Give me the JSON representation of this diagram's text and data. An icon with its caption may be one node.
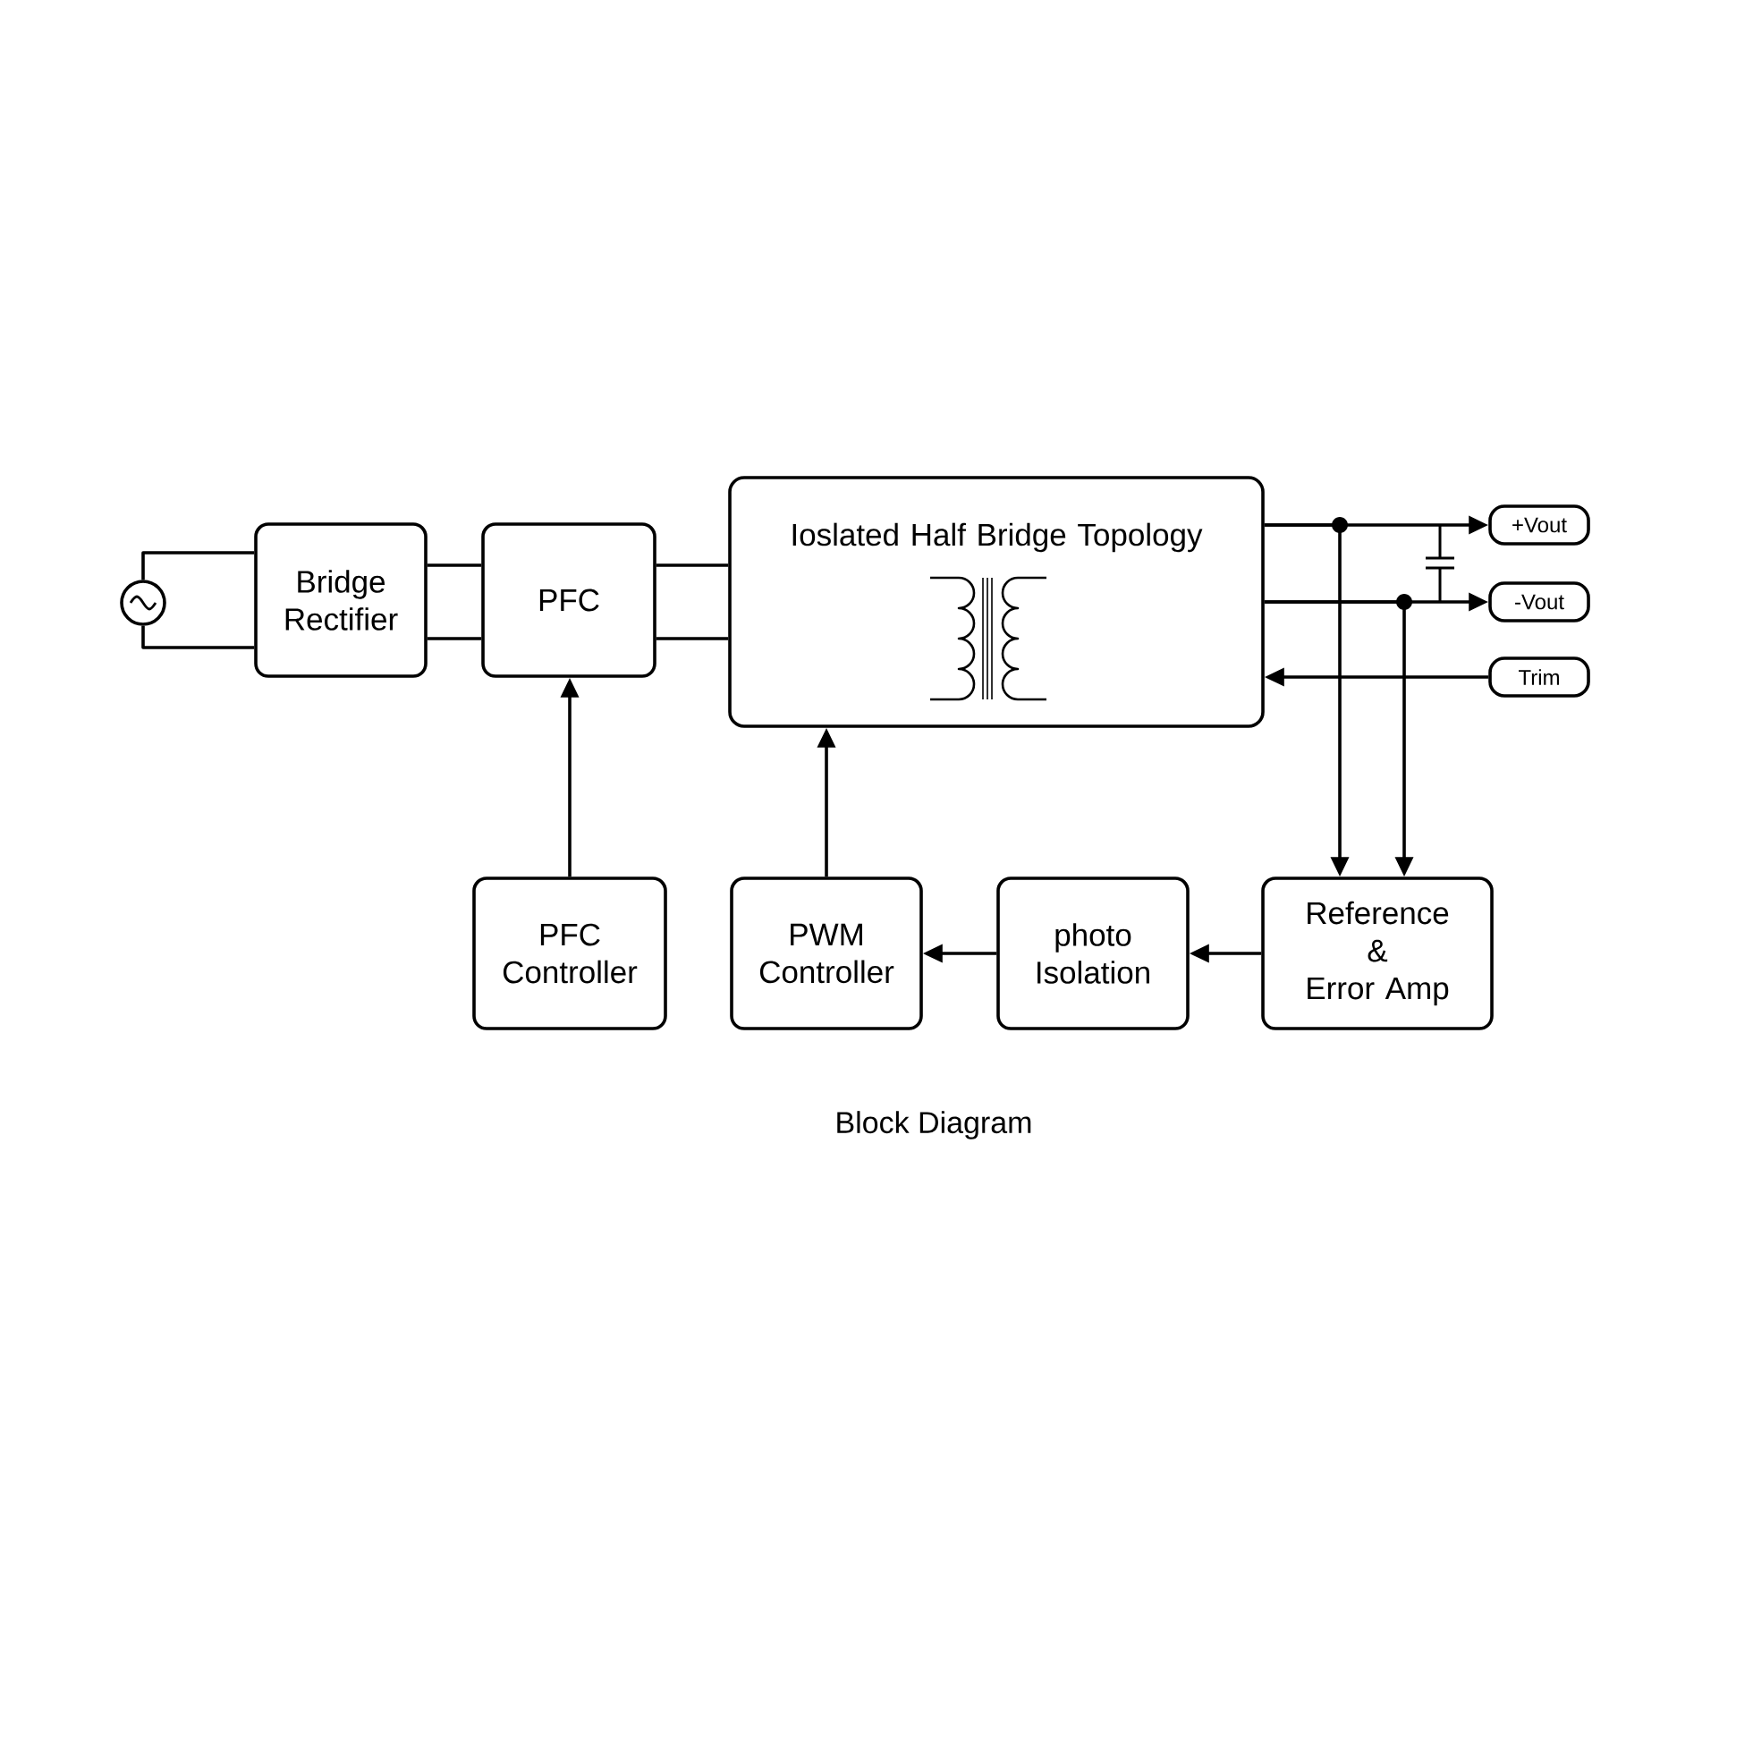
{
  "diagram": {
    "caption": "Block Diagram",
    "nodes": [
      {
        "text": [],
        "shape": "circle"
      },
      {
        "text": [
          "Bridge Rectifier"
        ]
      },
      {
        "text": [
          "PFC"
        ]
      },
      {
        "text": [
          "Ioslated Half Bridge Topology"
        ]
      },
      {
        "text": [
          "+Vout"
        ]
      },
      {
        "text": [
          "-Vout"
        ]
      },
      {
        "text": [
          "Trim"
        ]
      },
      {
        "text": [
          "PFC Controller"
        ]
      },
      {
        "text": [
          "PWM Controller"
        ]
      },
      {
        "text": [
          "photo Isolation"
        ]
      },
      {
        "text": [
          "Reference & Error Amp"
        ]
      }
    ],
    "edges": [
      {
        "from": 0,
        "to": 1,
        "arrow": "none"
      },
      {
        "from": 0,
        "to": 1,
        "arrow": "none"
      },
      {
        "from": 1,
        "to": 2,
        "arrow": "none"
      },
      {
        "from": 1,
        "to": 2,
        "arrow": "none"
      },
      {
        "from": 2,
        "to": 3,
        "arrow": "none"
      },
      {
        "from": 2,
        "to": 3,
        "arrow": "none"
      },
      {
        "from": 7,
        "to": 2,
        "arrow": "to"
      },
      {
        "from": 8,
        "to": 3,
        "arrow": "to"
      },
      {
        "from": 9,
        "to": 8,
        "arrow": "to"
      },
      {
        "from": 10,
        "to": 9,
        "arrow": "to"
      },
      {
        "from": 3,
        "to": 4,
        "arrow": "to"
      },
      {
        "from": 3,
        "to": 5,
        "arrow": "to"
      },
      {
        "from": 6,
        "to": 3,
        "arrow": "to"
      },
      {
        "from": 3,
        "to": 10,
        "arrow": "to"
      },
      {
        "from": 3,
        "to": 10,
        "arrow": "to"
      }
    ]
  }
}
